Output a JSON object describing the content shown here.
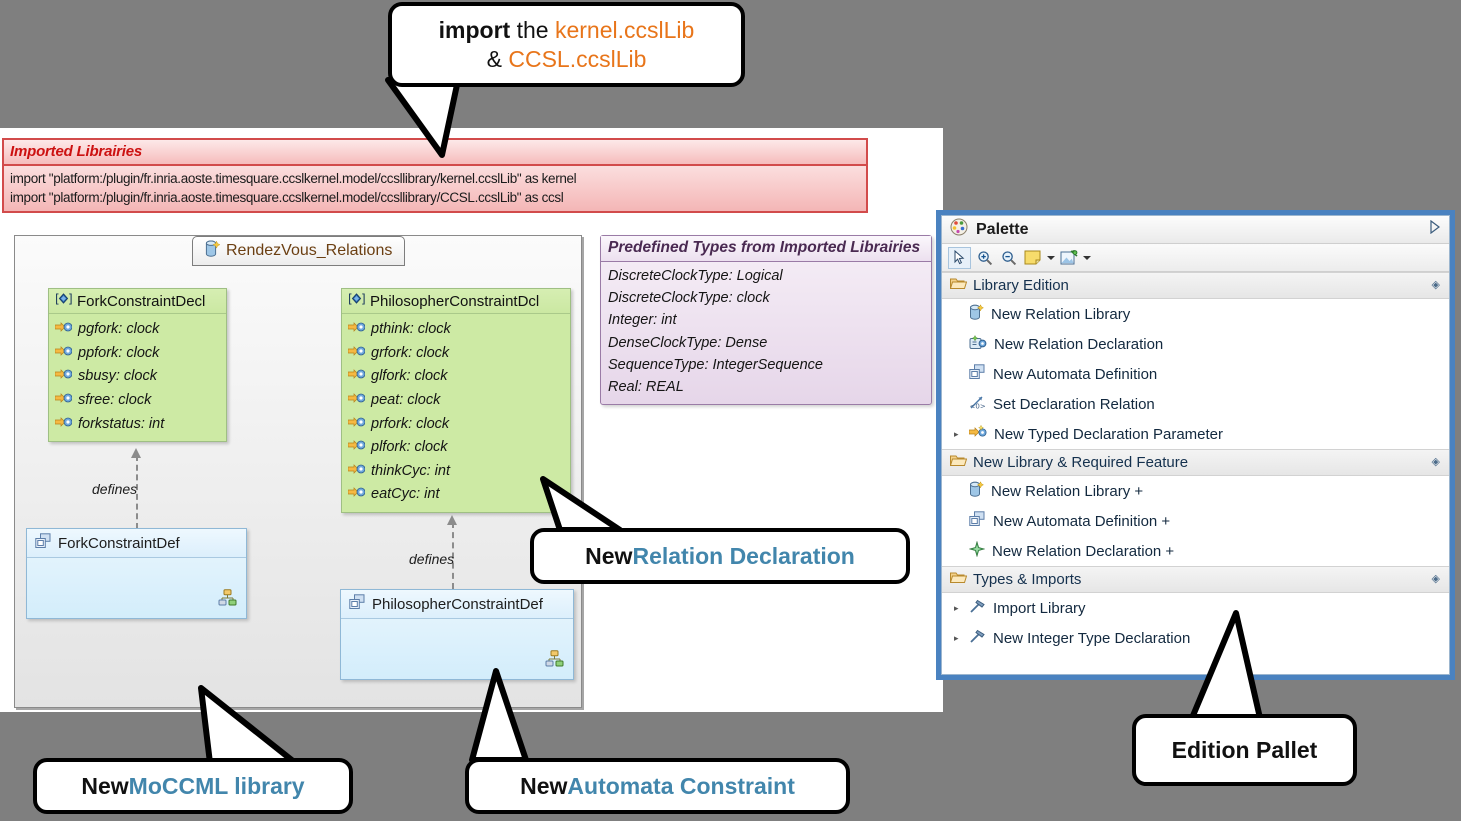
{
  "callouts": {
    "import": {
      "line1_bold": "import",
      "line1_plain": " the ",
      "line1_orange": "kernel.ccslLib",
      "line2_plain": "& ",
      "line2_orange": "CCSL.ccslLib"
    },
    "relation_declaration": {
      "prefix": "New ",
      "accent": "Relation Declaration"
    },
    "moccml_library": {
      "prefix": "New ",
      "accent": "MoCCML library"
    },
    "automata_constraint": {
      "prefix": "New ",
      "accent": "Automata Constraint"
    },
    "edition_pallet": {
      "label": "Edition Pallet"
    }
  },
  "imported_libraries": {
    "title": "Imported Librairies",
    "lines": [
      "import \"platform:/plugin/fr.inria.aoste.timesquare.ccslkernel.model/ccsllibrary/kernel.ccslLib\" as kernel",
      "import \"platform:/plugin/fr.inria.aoste.timesquare.ccslkernel.model/ccsllibrary/CCSL.ccslLib\" as ccsl"
    ]
  },
  "diagram": {
    "tab_label": "RendezVous_Relations",
    "tab_icon": "relation-library-icon",
    "fork_decl": {
      "name": "ForkConstraintDecl",
      "icon": "relation-declaration-icon",
      "attributes": [
        "pgfork: clock",
        "ppfork: clock",
        "sbusy: clock",
        "sfree: clock",
        "forkstatus: int"
      ]
    },
    "philosopher_decl": {
      "name": "PhilosopherConstraintDcl",
      "icon": "relation-declaration-icon",
      "attributes": [
        "pthink: clock",
        "grfork: clock",
        "glfork: clock",
        "peat: clock",
        "prfork: clock",
        "plfork: clock",
        "thinkCyc: int",
        "eatCyc: int"
      ]
    },
    "fork_def": {
      "name": "ForkConstraintDef",
      "icon": "automata-definition-icon",
      "badge": "automata-badge-icon"
    },
    "philosopher_def": {
      "name": "PhilosopherConstraintDef",
      "icon": "automata-definition-icon",
      "badge": "automata-badge-icon"
    },
    "link_label_1": "defines",
    "link_label_2": "defines"
  },
  "predefined_types": {
    "title": "Predefined Types from Imported Librairies",
    "lines": [
      "DiscreteClockType: Logical",
      "DiscreteClockType: clock",
      "Integer: int",
      "DenseClockType: Dense",
      "SequenceType: IntegerSequence",
      "Real: REAL"
    ]
  },
  "palette": {
    "title": "Palette",
    "expand_icon": "triangle-right-icon",
    "header_icon": "palette-icon",
    "toolbar": [
      {
        "name": "select-tool",
        "icon": "cursor-arrow-icon",
        "selected": true,
        "caret": false
      },
      {
        "name": "zoom-in-tool",
        "icon": "zoom-in-icon",
        "selected": false,
        "caret": false
      },
      {
        "name": "zoom-out-tool",
        "icon": "zoom-out-icon",
        "selected": false,
        "caret": false
      },
      {
        "name": "note-tool",
        "icon": "note-icon",
        "selected": false,
        "caret": true
      },
      {
        "name": "attach-note-tool",
        "icon": "note-attachment-icon",
        "selected": false,
        "caret": true
      }
    ],
    "groups": [
      {
        "label": "Library Edition",
        "icon": "open-folder-icon",
        "collapse_icon": "collapse-icon",
        "items": [
          {
            "label": "New Relation Library",
            "icon": "relation-library-icon",
            "arrow": false
          },
          {
            "label": "New Relation Declaration",
            "icon": "relation-decl-icon",
            "arrow": false
          },
          {
            "label": "New Automata Definition",
            "icon": "automata-definition-icon",
            "arrow": false
          },
          {
            "label": "Set Declaration Relation",
            "icon": "set-relation-icon",
            "arrow": false
          },
          {
            "label": "New Typed Declaration Parameter",
            "icon": "typed-param-icon",
            "arrow": true
          }
        ]
      },
      {
        "label": "New Library & Required Feature",
        "icon": "open-folder-icon",
        "collapse_icon": "collapse-icon",
        "items": [
          {
            "label": "New Relation Library +",
            "icon": "relation-library-icon",
            "arrow": false
          },
          {
            "label": "New Automata Definition +",
            "icon": "automata-definition-icon",
            "arrow": false
          },
          {
            "label": "New Relation Declaration +",
            "icon": "green-diamond-icon",
            "arrow": false
          }
        ]
      },
      {
        "label": "Types & Imports",
        "icon": "open-folder-icon",
        "collapse_icon": "collapse-icon",
        "items": [
          {
            "label": "Import Library",
            "icon": "hammer-icon",
            "arrow": true
          },
          {
            "label": "New Integer Type Declaration",
            "icon": "hammer-icon",
            "arrow": true
          }
        ]
      }
    ]
  },
  "colors": {
    "background": "#7f7f7f",
    "accent_blue": "#4286ac",
    "orange": "#e8751a",
    "palette_border": "#4a82c0",
    "imported_red": "#cc1111",
    "note_purple": "#4a2a52",
    "class_green": "#cdeaa4",
    "class_blue": "#d3edfb"
  }
}
